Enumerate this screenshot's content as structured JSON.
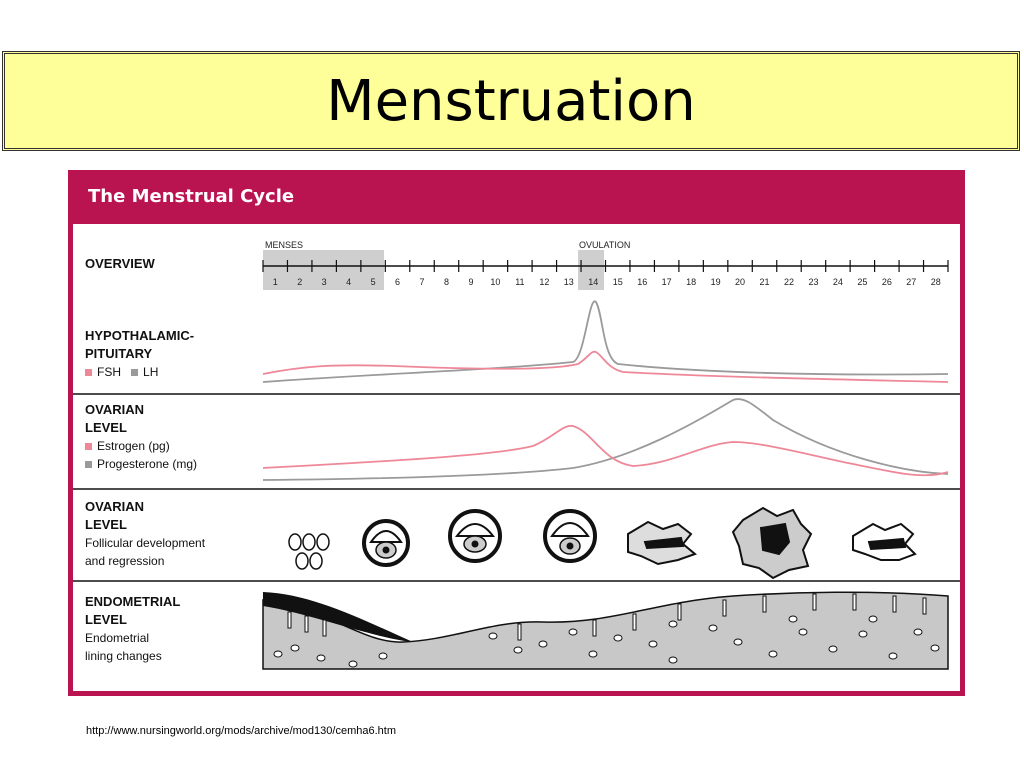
{
  "slide": {
    "title": "Menstruation",
    "url": "http://www.nursingworld.org/mods/archive/mod130/cemha6.htm"
  },
  "figure": {
    "title": "The Menstrual Cycle",
    "colors": {
      "frame": "#ba1450",
      "pink": "#ee8899",
      "gray": "#9a9a9a"
    },
    "overview": {
      "label": "OVERVIEW",
      "menses_label": "MENSES",
      "ovulation_label": "OVULATION",
      "days": [
        "1",
        "2",
        "3",
        "4",
        "5",
        "6",
        "7",
        "8",
        "9",
        "10",
        "11",
        "12",
        "13",
        "14",
        "15",
        "16",
        "17",
        "18",
        "19",
        "20",
        "21",
        "22",
        "23",
        "24",
        "25",
        "26",
        "27",
        "28"
      ]
    },
    "hypothalamic": {
      "label_line1": "HYPOTHALAMIC-",
      "label_line2": "PITUITARY",
      "legend_fsh": "FSH",
      "legend_lh": "LH"
    },
    "ovarian_hormones": {
      "label_line1": "OVARIAN",
      "label_line2": "LEVEL",
      "legend_estrogen": "Estrogen (pg)",
      "legend_progesterone": "Progesterone (mg)"
    },
    "follicles": {
      "label_line1": "OVARIAN",
      "label_line2": "LEVEL",
      "desc_line1": "Follicular development",
      "desc_line2": "and regression"
    },
    "endometrial": {
      "label_line1": "ENDOMETRIAL",
      "label_line2": "LEVEL",
      "desc_line1": "Endometrial",
      "desc_line2": "lining changes"
    }
  }
}
